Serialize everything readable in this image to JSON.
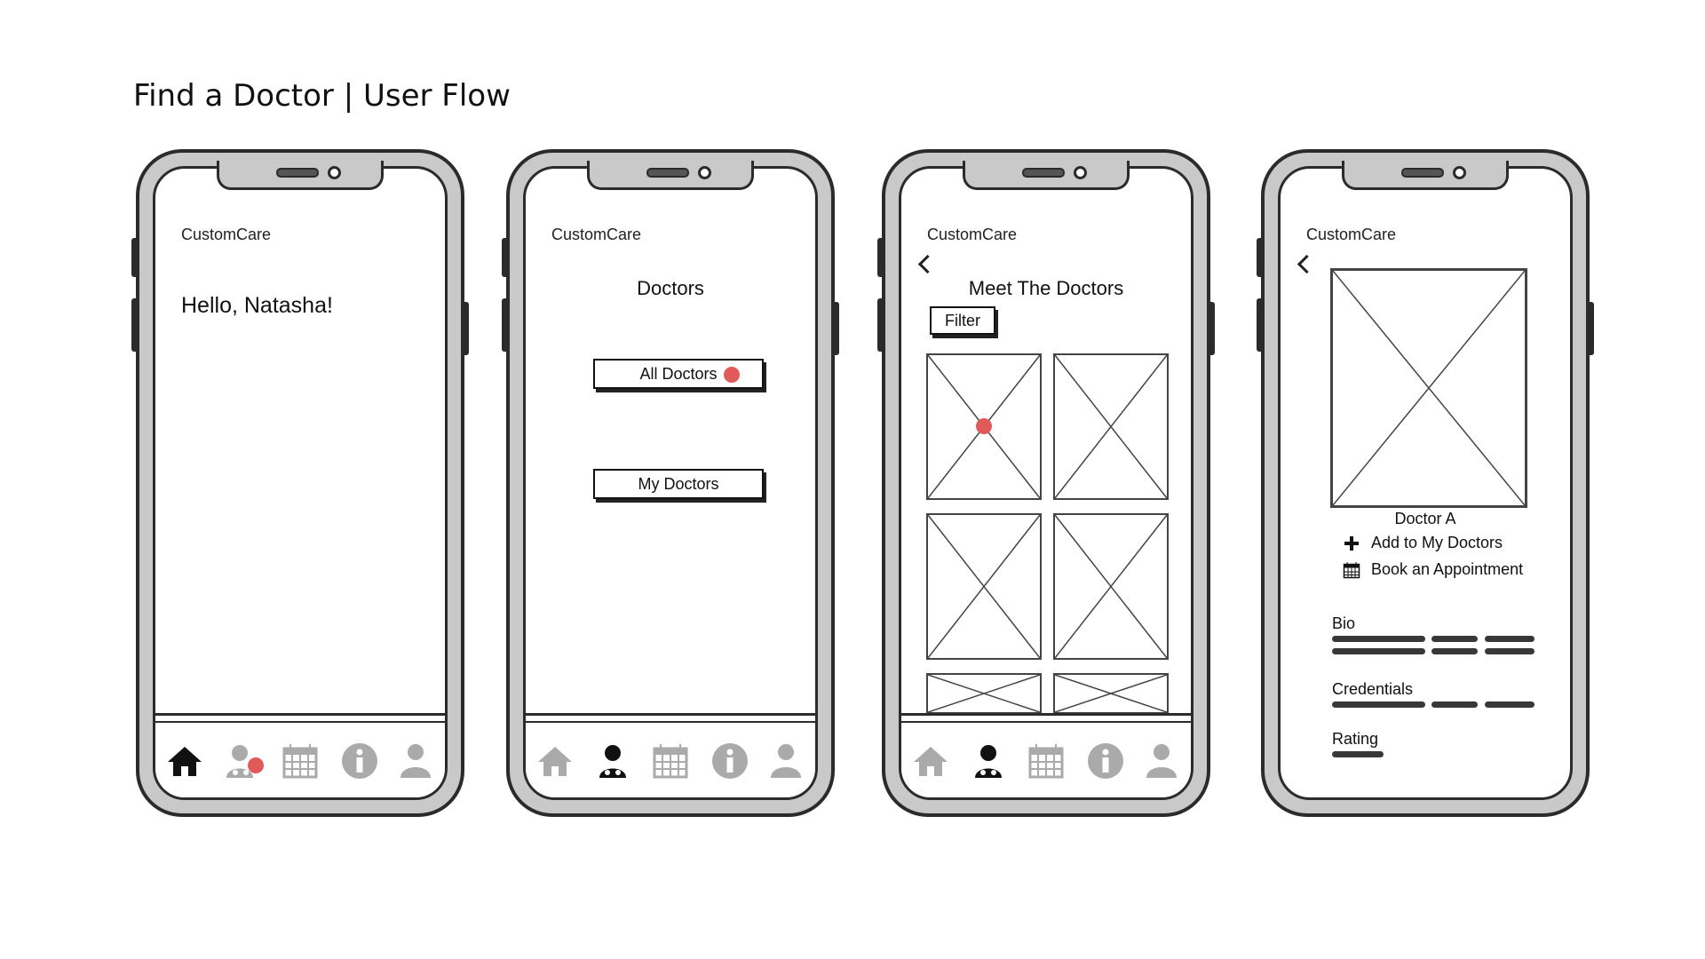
{
  "page_title": "Find a Doctor | User Flow",
  "colors": {
    "tap_indicator": "#e05a5a",
    "frame": "#c9c9c9",
    "ink": "#2b2b2b"
  },
  "screens": [
    {
      "brand": "CustomCare",
      "greeting": "Hello, Natasha!",
      "tabs": [
        "home-icon",
        "doctor-icon",
        "calendar-icon",
        "info-icon",
        "profile-icon"
      ],
      "active_tab": "home"
    },
    {
      "brand": "CustomCare",
      "heading": "Doctors",
      "buttons": {
        "all_doctors": "All Doctors",
        "my_doctors": "My Doctors"
      },
      "active_tab": "doctors"
    },
    {
      "brand": "CustomCare",
      "heading": "Meet The Doctors",
      "filter_label": "Filter",
      "active_tab": "doctors"
    },
    {
      "brand": "CustomCare",
      "doctor_name": "Doctor A",
      "actions": {
        "add": "Add to My Doctors",
        "book": "Book an Appointment"
      },
      "sections": {
        "bio": "Bio",
        "credentials": "Credentials",
        "rating": "Rating"
      }
    }
  ]
}
